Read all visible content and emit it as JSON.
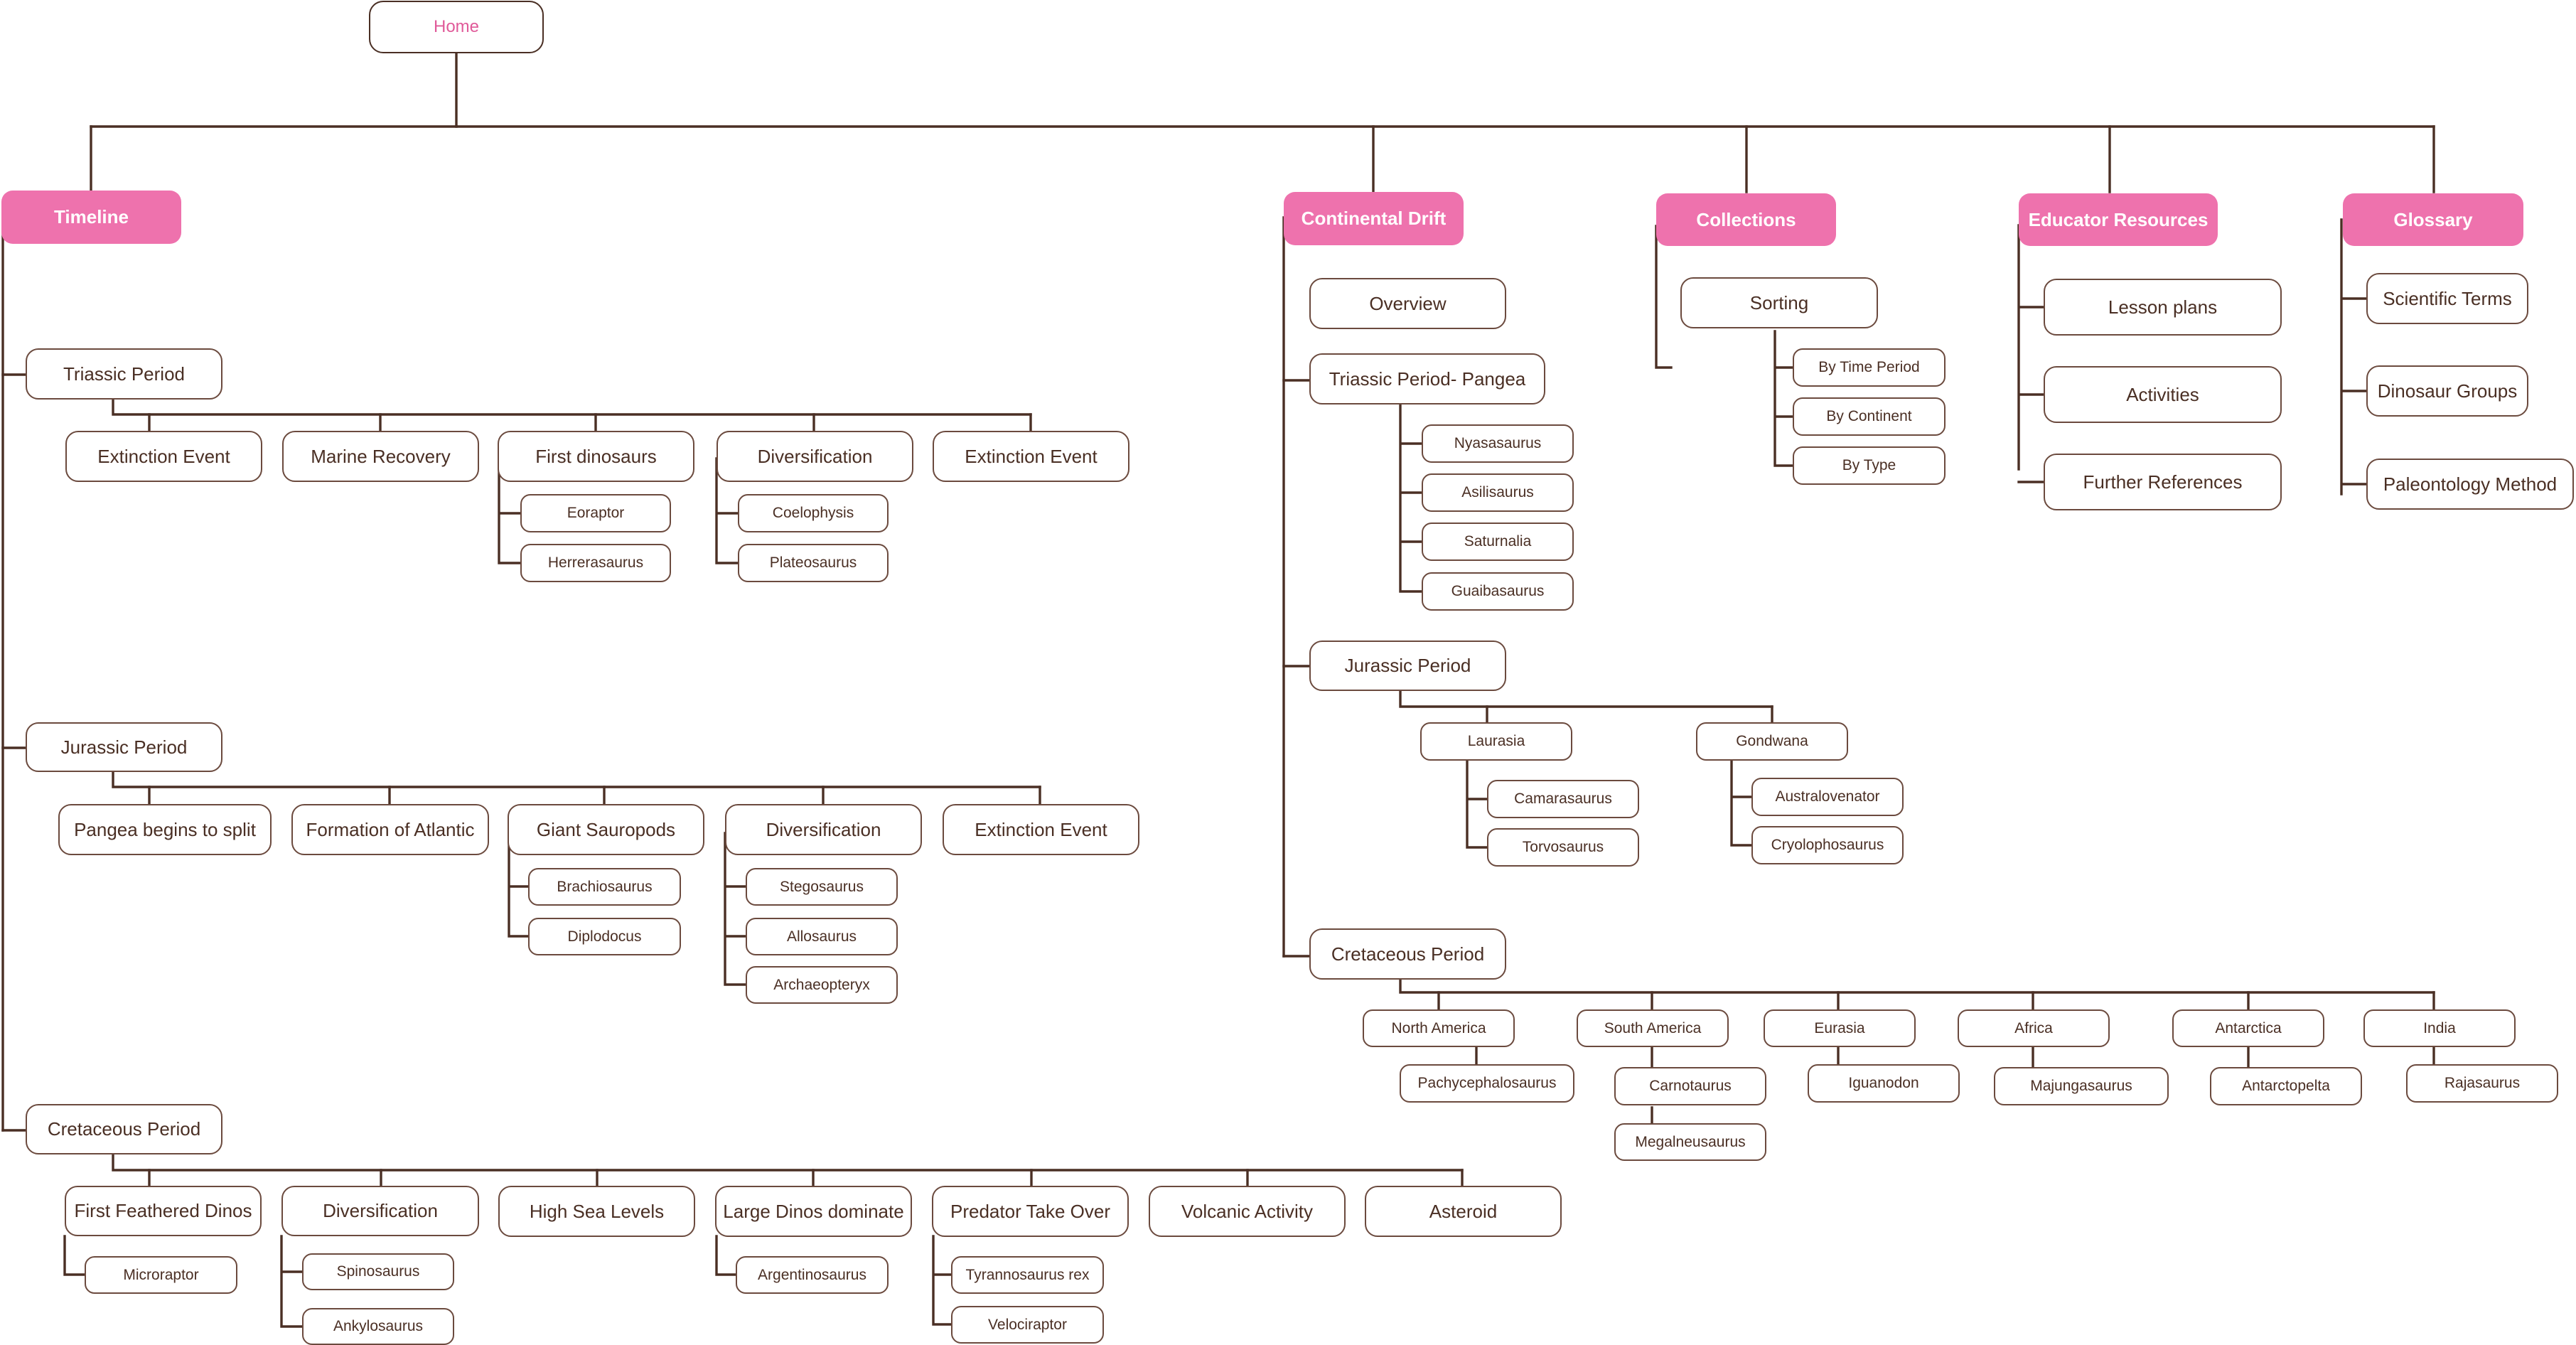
{
  "colors": {
    "category_fill": "#ee72ad",
    "category_text": "#ffffff",
    "home_text": "#e05a99",
    "line": "#4a2f24",
    "node_border": "#6b4a3e",
    "node_text": "#4a2f24"
  },
  "home": "Home",
  "timeline": {
    "label": "Timeline",
    "triassic": {
      "label": "Triassic Period",
      "extinction_event_1": "Extinction Event",
      "marine_recovery": "Marine Recovery",
      "first_dinosaurs": {
        "label": "First dinosaurs",
        "items": [
          "Eoraptor",
          "Herrerasaurus"
        ]
      },
      "diversification": {
        "label": "Diversification",
        "items": [
          "Coelophysis",
          "Plateosaurus"
        ]
      },
      "extinction_event_2": "Extinction Event"
    },
    "jurassic": {
      "label": "Jurassic Period",
      "pangea_split": "Pangea begins to split",
      "formation_atlantic": "Formation of Atlantic",
      "giant_sauropods": {
        "label": "Giant Sauropods",
        "items": [
          "Brachiosaurus",
          "Diplodocus"
        ]
      },
      "diversification": {
        "label": "Diversification",
        "items": [
          "Stegosaurus",
          "Allosaurus",
          "Archaeopteryx"
        ]
      },
      "extinction_event": "Extinction Event"
    },
    "cretaceous": {
      "label": "Cretaceous Period",
      "first_feathered": {
        "label": "First Feathered Dinos",
        "items": [
          "Microraptor"
        ]
      },
      "diversification": {
        "label": "Diversification",
        "items": [
          "Spinosaurus",
          "Ankylosaurus"
        ]
      },
      "high_sea_levels": "High Sea Levels",
      "large_dinos": {
        "label": "Large Dinos dominate",
        "items": [
          "Argentinosaurus"
        ]
      },
      "predator": {
        "label": "Predator Take Over",
        "items": [
          "Tyrannosaurus rex",
          "Velociraptor"
        ]
      },
      "volcanic_activity": "Volcanic Activity",
      "asteroid": "Asteroid"
    }
  },
  "continental_drift": {
    "label": "Continental Drift",
    "overview": "Overview",
    "triassic": {
      "label": "Triassic Period- Pangea",
      "items": [
        "Nyasasaurus",
        "Asilisaurus",
        "Saturnalia",
        "Guaibasaurus"
      ]
    },
    "jurassic": {
      "label": "Jurassic Period",
      "laurasia": {
        "label": "Laurasia",
        "items": [
          "Camarasaurus",
          "Torvosaurus"
        ]
      },
      "gondwana": {
        "label": "Gondwana",
        "items": [
          "Australovenator",
          "Cryolophosaurus"
        ]
      }
    },
    "cretaceous": {
      "label": "Cretaceous Period",
      "north_america": {
        "label": "North America",
        "items": [
          "Pachycephalosaurus"
        ]
      },
      "south_america": {
        "label": "South America",
        "items": [
          "Carnotaurus",
          "Megalneusaurus"
        ]
      },
      "eurasia": {
        "label": "Eurasia",
        "items": [
          "Iguanodon"
        ]
      },
      "africa": {
        "label": "Africa",
        "items": [
          "Majungasaurus"
        ]
      },
      "antarctica": {
        "label": "Antarctica",
        "items": [
          "Antarctopelta"
        ]
      },
      "india": {
        "label": "India",
        "items": [
          "Rajasaurus"
        ]
      }
    }
  },
  "collections": {
    "label": "Collections",
    "sorting": {
      "label": "Sorting",
      "items": [
        "By Time Period",
        "By Continent",
        "By Type"
      ]
    }
  },
  "educator_resources": {
    "label": "Educator Resources",
    "items": [
      "Lesson plans",
      "Activities",
      "Further References"
    ]
  },
  "glossary": {
    "label": "Glossary",
    "items": [
      "Scientific Terms",
      "Dinosaur Groups",
      "Paleontology Method"
    ]
  }
}
